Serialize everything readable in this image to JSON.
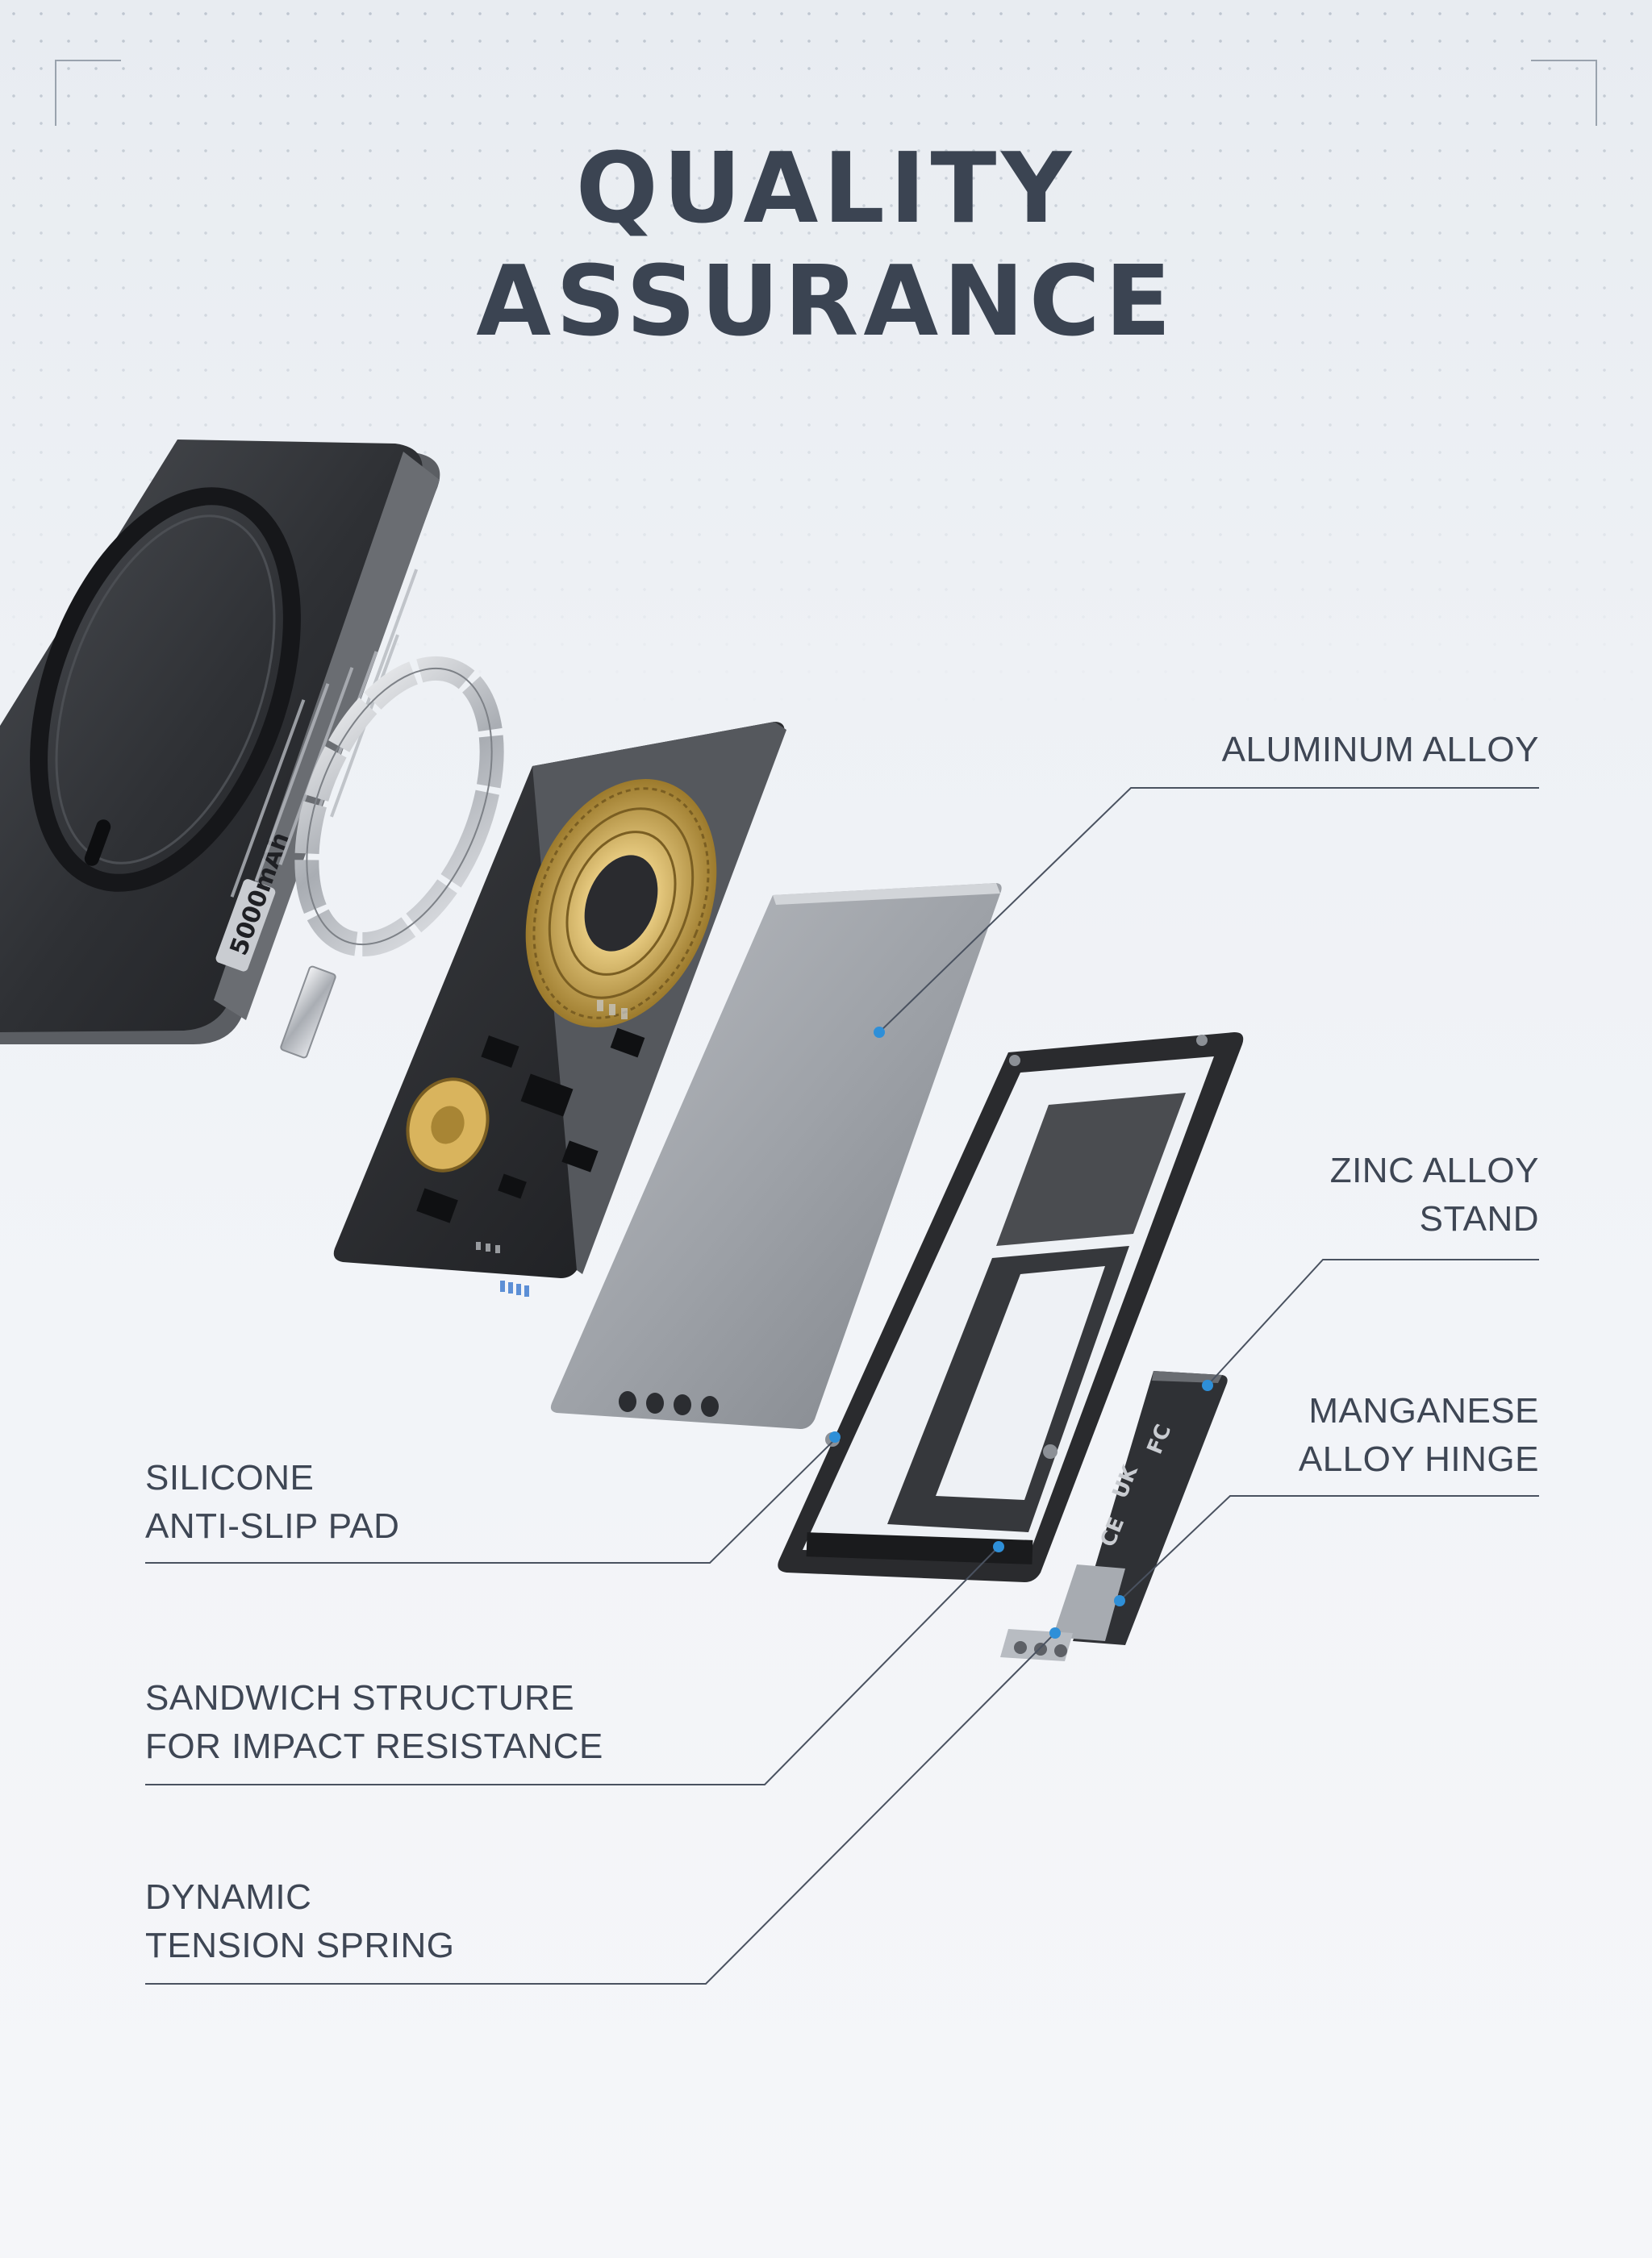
{
  "header": {
    "title_line1": "QUALITY",
    "title_line2": "ASSURANCE"
  },
  "labels": {
    "aluminum": {
      "line1": "ALUMINUM ALLOY"
    },
    "zinc": {
      "line1": "ZINC ALLOY",
      "line2": "STAND"
    },
    "manganese": {
      "line1": "MANGANESE",
      "line2": "ALLOY HINGE"
    },
    "silicone": {
      "line1": "SILICONE",
      "line2": "ANTI-SLIP PAD"
    },
    "sandwich": {
      "line1": "SANDWICH STRUCTURE",
      "line2": "FOR IMPACT RESISTANCE"
    },
    "spring": {
      "line1": "DYNAMIC",
      "line2": "TENSION SPRING"
    }
  },
  "device": {
    "capacity_label": "5000mAh"
  },
  "colors": {
    "title": "#3b4452",
    "label": "#3e4654",
    "leader": "#4a5260",
    "dot": "#2e8fd8",
    "coil_gold": "#c8a24a"
  }
}
